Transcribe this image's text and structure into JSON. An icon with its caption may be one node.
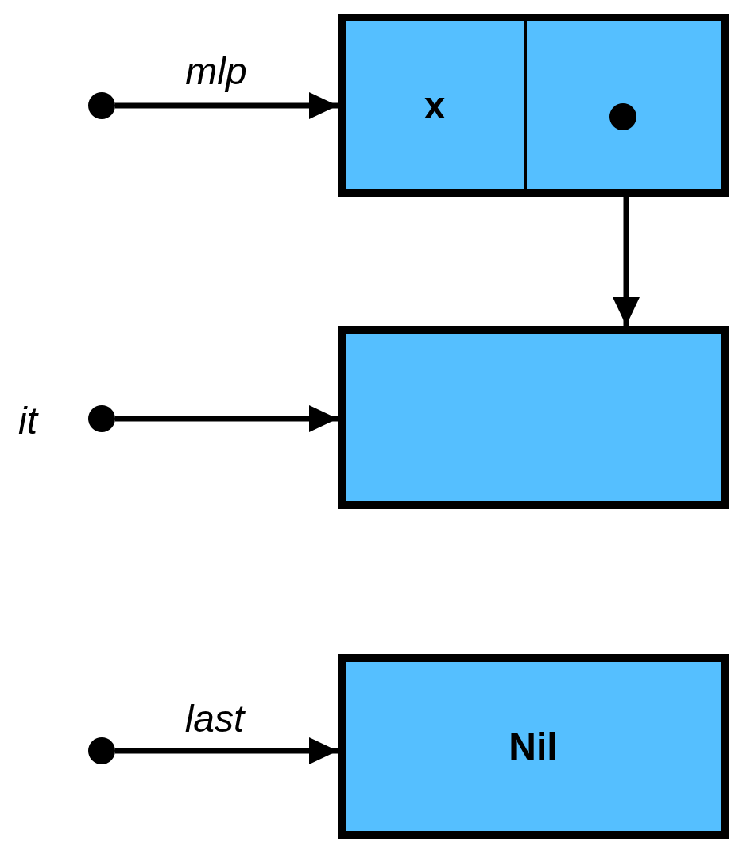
{
  "diagram": {
    "nodes": [
      {
        "text": [],
        "shape": "circle"
      },
      {
        "text": [],
        "shape": "box"
      },
      {
        "text": [
          "x"
        ],
        "in": 1
      },
      {
        "text": [],
        "shape": "box",
        "in": 1
      },
      {
        "text": [],
        "shape": "circle",
        "in": 3
      },
      {
        "text": [],
        "shape": "circle",
        "beside": [
          "it"
        ]
      },
      {
        "text": [],
        "shape": "box"
      },
      {
        "text": [],
        "shape": "circle"
      },
      {
        "text": [
          "Nil"
        ]
      }
    ],
    "edges": [
      {
        "from": 0,
        "to": 1,
        "arrow": "to",
        "label": "mlp"
      },
      {
        "from": 4,
        "to": 6,
        "arrow": "to"
      },
      {
        "from": 5,
        "to": 6,
        "arrow": "to"
      },
      {
        "from": 7,
        "to": 8,
        "arrow": "to",
        "label": "last"
      }
    ]
  }
}
